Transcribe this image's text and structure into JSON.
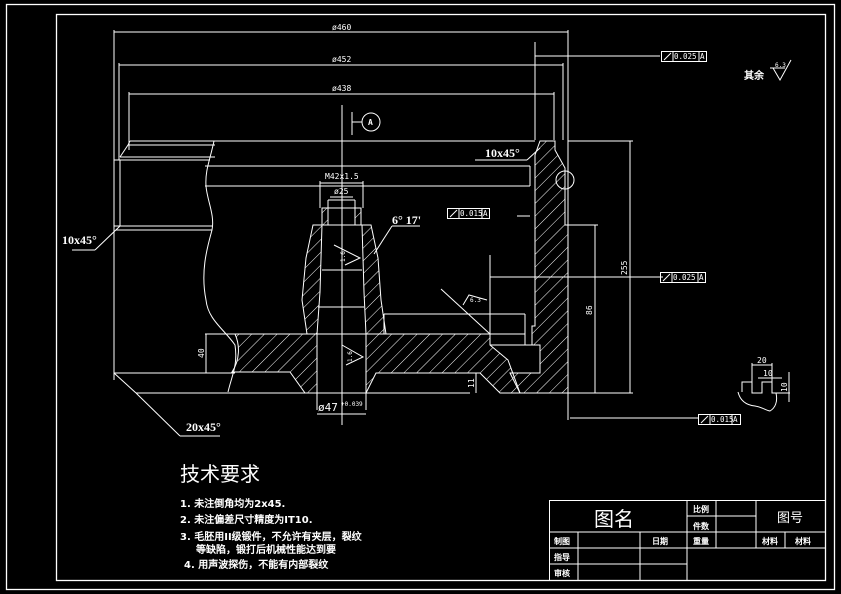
{
  "drawing": {
    "dimensions": {
      "dia_outer": "ø460",
      "dia_mid": "ø452",
      "dia_inner": "ø438",
      "thread": "M42x1.5",
      "bore_small": "ø25",
      "bore_base": "ø47",
      "bore_base_tol": "+0.039",
      "height_255": "255",
      "height_86": "86",
      "thick_40": "40",
      "thick_11": "11",
      "detail_20": "20",
      "detail_10": "10",
      "detail_10v": "10"
    },
    "notes": {
      "chamfer_top": "10x45°",
      "chamfer_left": "10x45°",
      "chamfer_bottom": "20x45°",
      "taper_angle": "6° 17'",
      "datum_label": "A",
      "rough_other_label": "其余",
      "rough_other_value": "6.3",
      "rough_taper": "1.6",
      "rough_bore": "1.6",
      "rough_face": "6.3"
    },
    "tolerances": [
      {
        "symbol": "runout",
        "value": "0.025",
        "datum": "A"
      },
      {
        "symbol": "runout",
        "value": "0.015",
        "datum": "A"
      },
      {
        "symbol": "runout",
        "value": "0.025",
        "datum": "A"
      },
      {
        "symbol": "runout",
        "value": "0.015",
        "datum": "A"
      }
    ]
  },
  "tech_requirements": {
    "title": "技术要求",
    "items": [
      "1. 未注倒角均为2x45.",
      "2. 未注偏差尺寸精度为IT10.",
      "3. 毛胚用II级锻件，不允许有夹层，裂纹",
      "等缺陷，锻打后机械性能达到要",
      "4. 用声波探伤，不能有内部裂纹"
    ]
  },
  "title_block": {
    "drawing_name": "图名",
    "scale_label": "比例",
    "quantity_label": "件数",
    "drawing_number": "图号",
    "drawn_label": "制图",
    "date_label": "日期",
    "weight_label": "重量",
    "material_label": "材料",
    "material_value": "材料",
    "guide_label": "指导",
    "review_label": "审核"
  }
}
